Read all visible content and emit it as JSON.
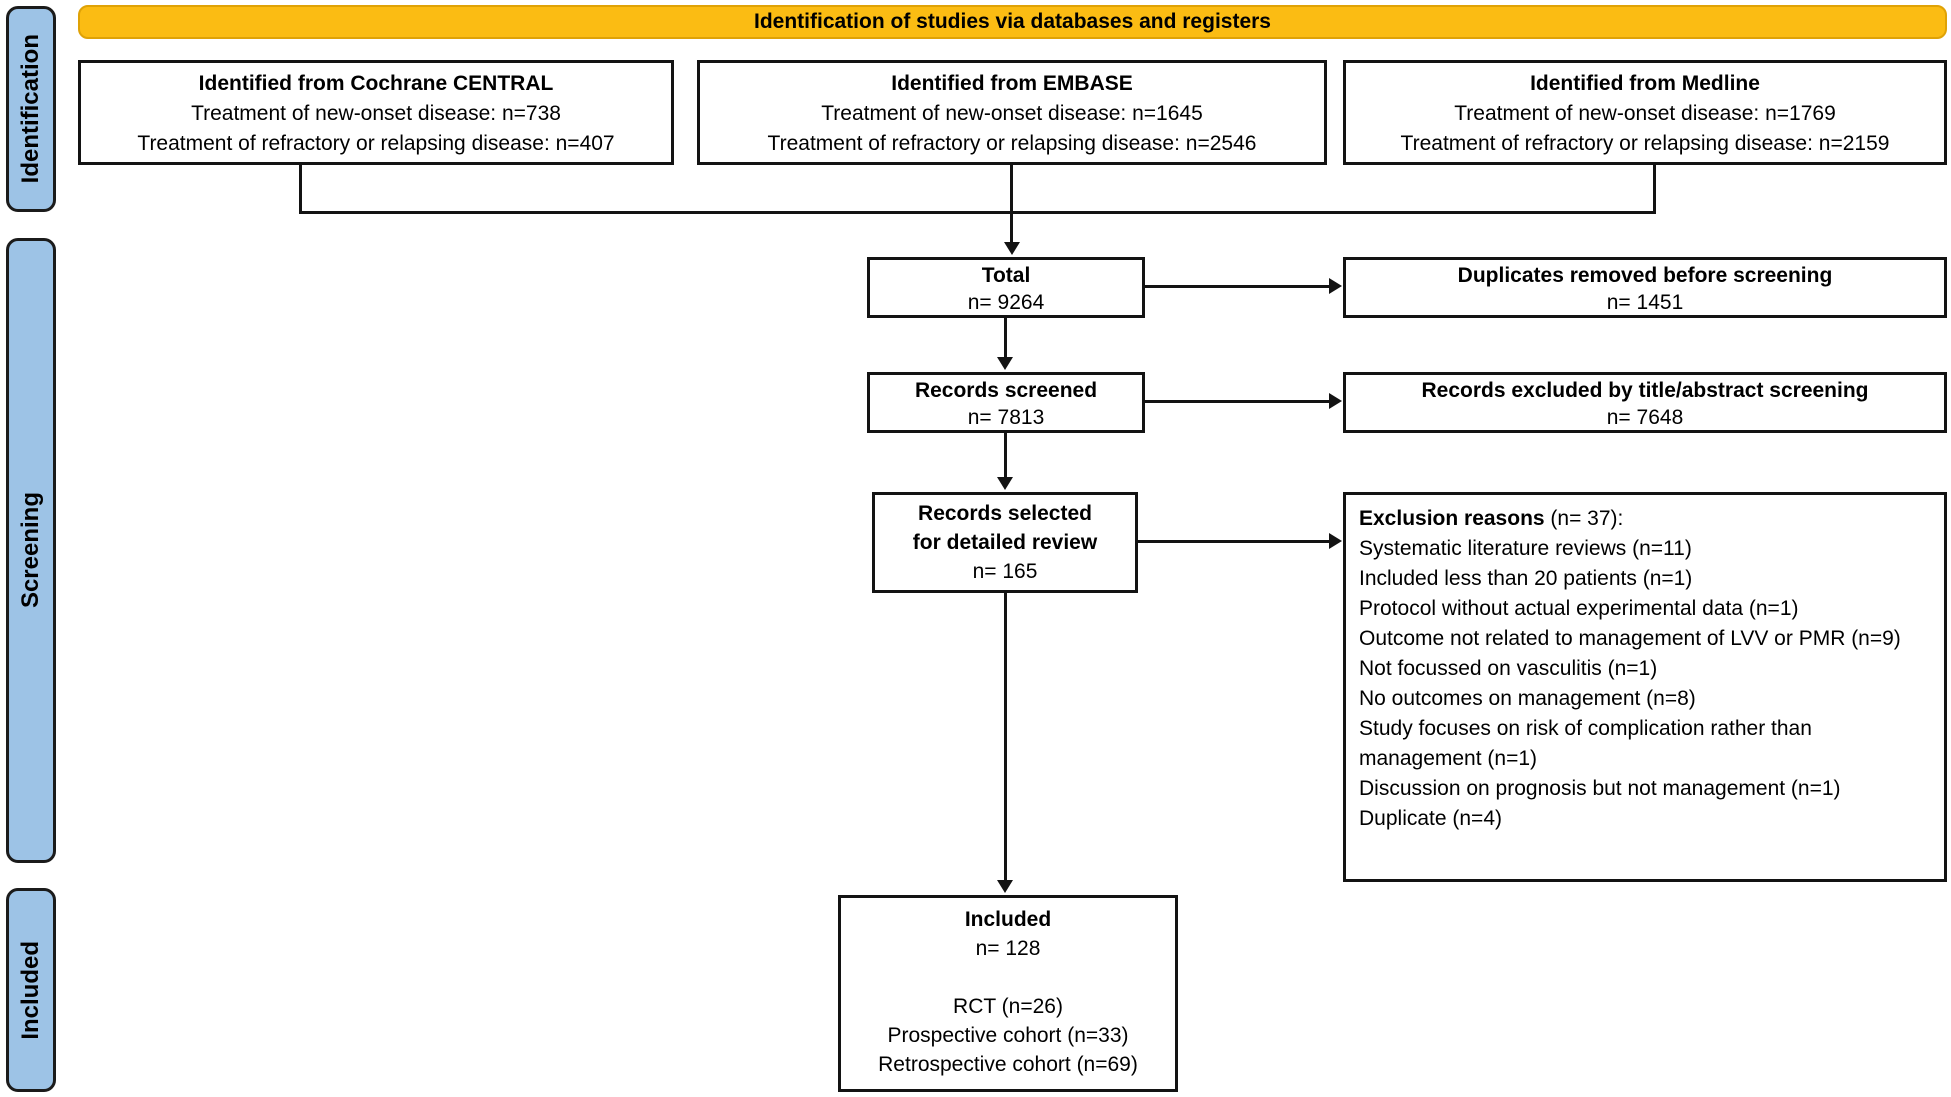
{
  "banner": {
    "label": "Identification of studies via databases and registers"
  },
  "sidebar": {
    "stages": [
      {
        "label": "Identification"
      },
      {
        "label": "Screening"
      },
      {
        "label": "Included"
      }
    ]
  },
  "sources": [
    {
      "title": "Identified from Cochrane CENTRAL",
      "lines": [
        "Treatment of new-onset disease: n=738",
        "Treatment of refractory or relapsing disease: n=407"
      ]
    },
    {
      "title": "Identified from EMBASE",
      "lines": [
        "Treatment of new-onset disease: n=1645",
        "Treatment of refractory or relapsing disease: n=2546"
      ]
    },
    {
      "title": "Identified from Medline",
      "lines": [
        "Treatment of new-onset disease: n=1769",
        "Treatment of refractory or relapsing disease: n=2159"
      ]
    }
  ],
  "flow": {
    "total": {
      "title": "Total",
      "count": "n= 9264"
    },
    "screened": {
      "title": "Records screened",
      "count": "n= 7813"
    },
    "selected": {
      "title_line1": "Records selected",
      "title_line2": "for detailed review",
      "count": "n= 165"
    },
    "included": {
      "title": "Included",
      "count": "n= 128",
      "breakdown": [
        "RCT (n=26)",
        "Prospective cohort (n=33)",
        "Retrospective cohort (n=69)"
      ]
    }
  },
  "side_boxes": {
    "duplicates": {
      "title": "Duplicates removed before screening",
      "count": "n= 1451"
    },
    "excluded": {
      "title": "Records excluded by title/abstract screening",
      "count": "n= 7648"
    },
    "exclusion_reasons": {
      "heading_bold": "Exclusion reasons",
      "heading_rest": " (n= 37):",
      "items": [
        "Systematic literature reviews (n=11)",
        "Included less than 20 patients (n=1)",
        "Protocol without actual experimental data (n=1)",
        "Outcome not related to management of LVV or PMR (n=9)",
        "Not focussed on vasculitis (n=1)",
        "No outcomes on management (n=8)",
        "Study focuses on risk of complication rather than management (n=1)",
        "Discussion on prognosis but not management (n=1)",
        "Duplicate (n=4)"
      ]
    }
  },
  "colors": {
    "banner_bg": "#FBBC13",
    "banner_border": "#DFA206",
    "stage_bg": "#9DC3E6",
    "box_border": "#131313"
  }
}
